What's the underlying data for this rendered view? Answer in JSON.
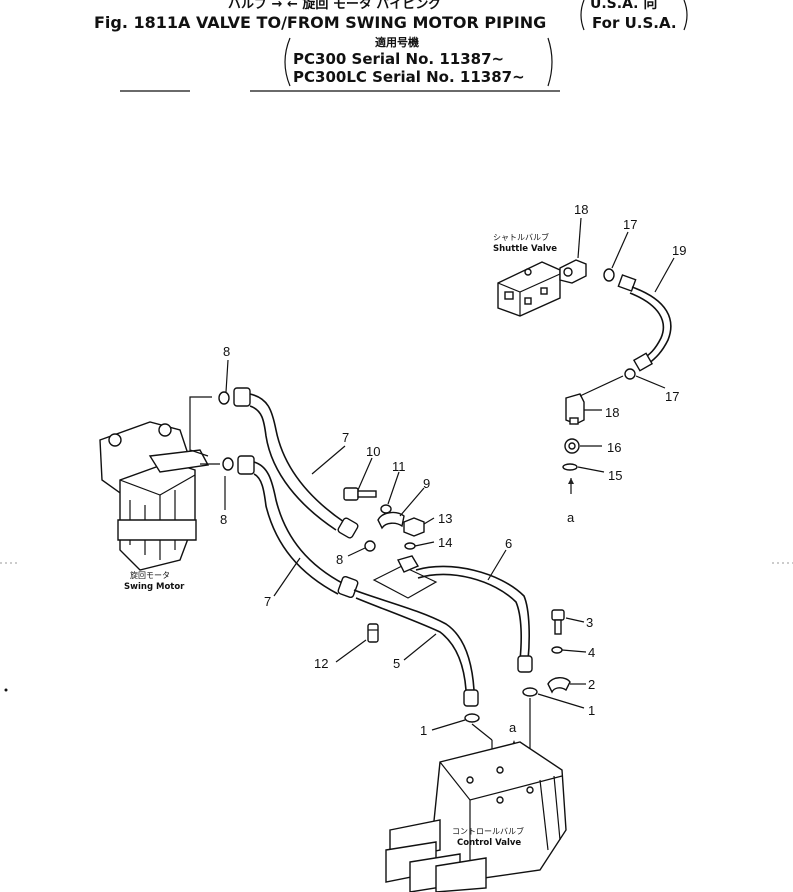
{
  "header": {
    "jp_title": "バルブ → ← 旋回 モータ パイピング",
    "title": "Fig. 1811A VALVE TO/FROM SWING MOTOR PIPING",
    "market_jp": "U.S.A. 向",
    "market": "For U.S.A.",
    "applicable_jp": "適用号機",
    "serial_1": "PC300      Serial No. 11387~",
    "serial_2": "PC300LC  Serial No. 11387~"
  },
  "components": {
    "shuttle_valve_jp": "シャトルバルブ",
    "shuttle_valve": "Shuttle Valve",
    "swing_motor_jp": "旋回モータ",
    "swing_motor": "Swing Motor",
    "control_valve_jp": "コントロールバルブ",
    "control_valve": "Control Valve"
  },
  "callouts": {
    "c18_top": "18",
    "c17_top": "17",
    "c19": "19",
    "c17_bot": "17",
    "c18_bot": "18",
    "c16": "16",
    "c15": "15",
    "a_top": "a",
    "c8_top": "8",
    "c8_left": "8",
    "c8_mid": "8",
    "c7_top": "7",
    "c7_left": "7",
    "c10": "10",
    "c11": "11",
    "c9": "9",
    "c13": "13",
    "c14": "14",
    "c6": "6",
    "c3": "3",
    "c4": "4",
    "c2": "2",
    "c1_right": "1",
    "c1_left": "1",
    "c12": "12",
    "c5": "5",
    "a_bot": "a"
  }
}
